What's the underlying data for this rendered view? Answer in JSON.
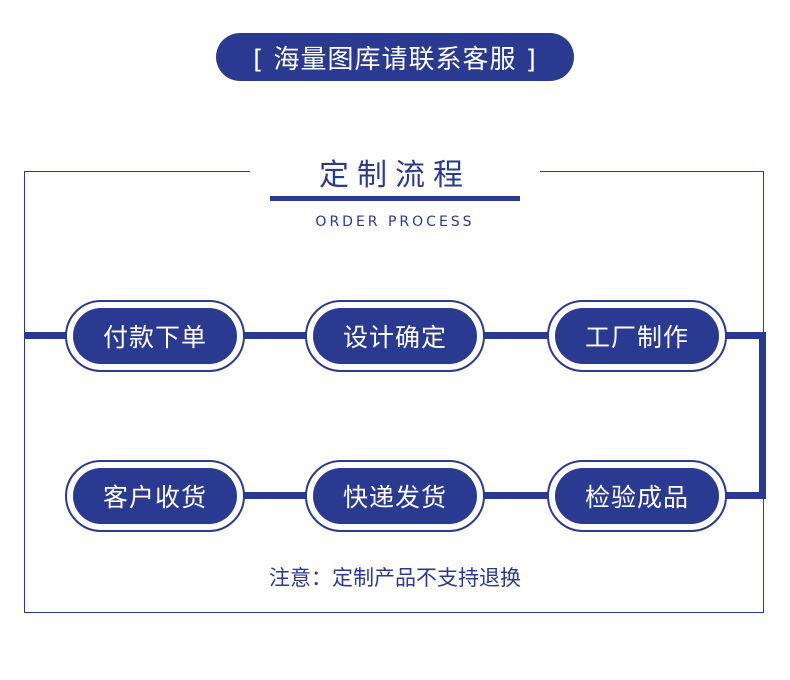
{
  "banner": {
    "text": "[ 海量图库请联系客服 ]"
  },
  "header": {
    "title": "定制流程",
    "subtitle": "ORDER PROCESS"
  },
  "steps": [
    {
      "label": "付款下单"
    },
    {
      "label": "设计确定"
    },
    {
      "label": "工厂制作"
    },
    {
      "label": "检验成品"
    },
    {
      "label": "快递发货"
    },
    {
      "label": "客户收货"
    }
  ],
  "note": {
    "text": "注意：定制产品不支持退换"
  },
  "colors": {
    "accent": "#2b3a91",
    "background": "#ffffff"
  }
}
